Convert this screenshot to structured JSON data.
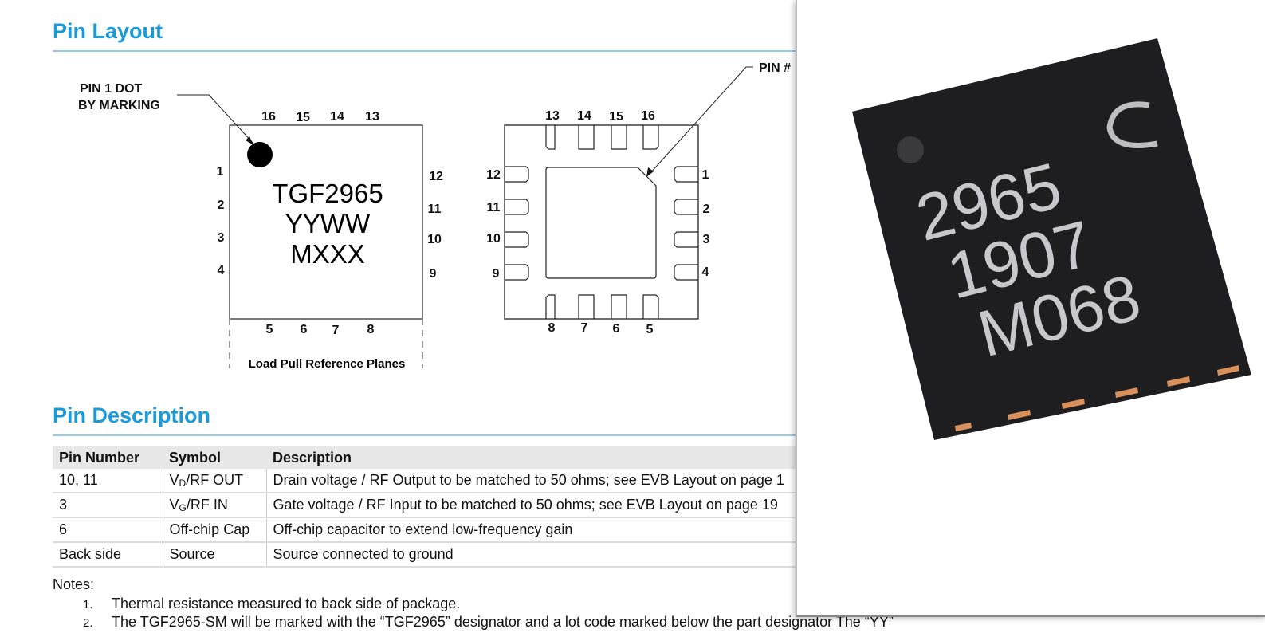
{
  "pin_layout": {
    "title": "Pin Layout",
    "top_view": {
      "callout": [
        "PIN 1 DOT",
        "BY MARKING"
      ],
      "marking": [
        "TGF2965",
        "YYWW",
        "MXXX"
      ],
      "top_pins": [
        "16",
        "15",
        "14",
        "13"
      ],
      "left_pins": [
        "1",
        "2",
        "3",
        "4"
      ],
      "right_pins": [
        "12",
        "11",
        "10",
        "9"
      ],
      "bottom_pins": [
        "5",
        "6",
        "7",
        "8"
      ],
      "reference_label": "Load Pull Reference Planes"
    },
    "bottom_view": {
      "callout": "PIN #",
      "top_pins": [
        "13",
        "14",
        "15",
        "16"
      ],
      "left_pins": [
        "12",
        "11",
        "10",
        "9"
      ],
      "right_pins": [
        "1",
        "2",
        "3",
        "4"
      ],
      "bottom_pins": [
        "8",
        "7",
        "6",
        "5"
      ]
    }
  },
  "pin_description": {
    "title": "Pin Description",
    "headers": [
      "Pin Number",
      "Symbol",
      "Description"
    ],
    "rows": [
      {
        "pin": "10, 11",
        "symbol_main": "V",
        "symbol_sub": "D",
        "symbol_rest": "/RF OUT",
        "description": "Drain voltage / RF Output to be matched to 50 ohms; see EVB Layout on page 1"
      },
      {
        "pin": "3",
        "symbol_main": "V",
        "symbol_sub": "G",
        "symbol_rest": "/RF IN",
        "description": "Gate voltage / RF Input to be matched to 50 ohms; see EVB Layout on page 19"
      },
      {
        "pin": "6",
        "symbol_main": "Off-chip Cap",
        "symbol_sub": "",
        "symbol_rest": "",
        "description": "Off-chip capacitor to extend low-frequency gain"
      },
      {
        "pin": "Back side",
        "symbol_main": "Source",
        "symbol_sub": "",
        "symbol_rest": "",
        "description": "Source connected to ground"
      }
    ]
  },
  "notes": {
    "label": "Notes:",
    "items": [
      {
        "num": "1.",
        "text": "Thermal resistance measured to back side of package."
      },
      {
        "num": "2.",
        "text": "The TGF2965-SM will be marked with the “TGF2965” designator and a lot code marked below the part designator The “YY”"
      }
    ]
  },
  "photo": {
    "marking": [
      "2965",
      "1907",
      "M068"
    ]
  },
  "colors": {
    "heading": "#1b9ad9",
    "rule": "#8fd0ee",
    "chip_body": "#1e1e20",
    "chip_pad": "#d9905a"
  }
}
